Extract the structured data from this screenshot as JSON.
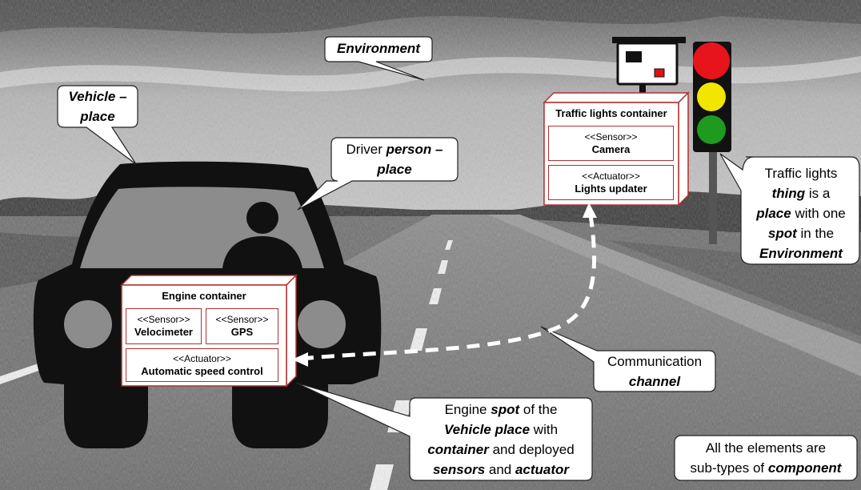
{
  "labels": {
    "environment": "Environment",
    "vehicle_place_1": "Vehicle –",
    "vehicle_place_2": "place",
    "driver_1a": "Driver ",
    "driver_1b": "person",
    "driver_1c": " –",
    "driver_2": "place",
    "traffic_lights": {
      "l1": "Traffic lights",
      "l2a": "thing",
      "l2b": " is a",
      "l3a": "place",
      "l3b": " with one",
      "l4a": "spot",
      "l4b": " in the",
      "l5": "Environment"
    },
    "communication_1": "Communication",
    "communication_2": "channel",
    "engine_spot": {
      "l1a": "Engine ",
      "l1b": "spot",
      "l1c": " of the",
      "l2a": "Vehicle place",
      "l2b": " with",
      "l3a": "container",
      "l3b": " and deployed",
      "l4a": "sensors",
      "l4b": " and ",
      "l4c": "actuator"
    },
    "all_elements_1": "All the elements are",
    "all_elements_2a": "sub-types of ",
    "all_elements_2b": "component"
  },
  "engine_container": {
    "title": "Engine container",
    "velocimeter_stereotype": "<<Sensor>>",
    "velocimeter_name": "Velocimeter",
    "gps_stereotype": "<<Sensor>>",
    "gps_name": "GPS",
    "actuator_stereotype": "<<Actuator>>",
    "actuator_name": "Automatic speed control"
  },
  "traffic_container": {
    "title": "Traffic lights container",
    "camera_stereotype": "<<Sensor>>",
    "camera_name": "Camera",
    "updater_stereotype": "<<Actuator>>",
    "updater_name": "Lights updater"
  },
  "colors": {
    "container_border": "#b03030",
    "light_red": "#e8141c",
    "light_yellow": "#f2e600",
    "light_green": "#1e9a1e",
    "camera_indicator": "#e01010"
  }
}
